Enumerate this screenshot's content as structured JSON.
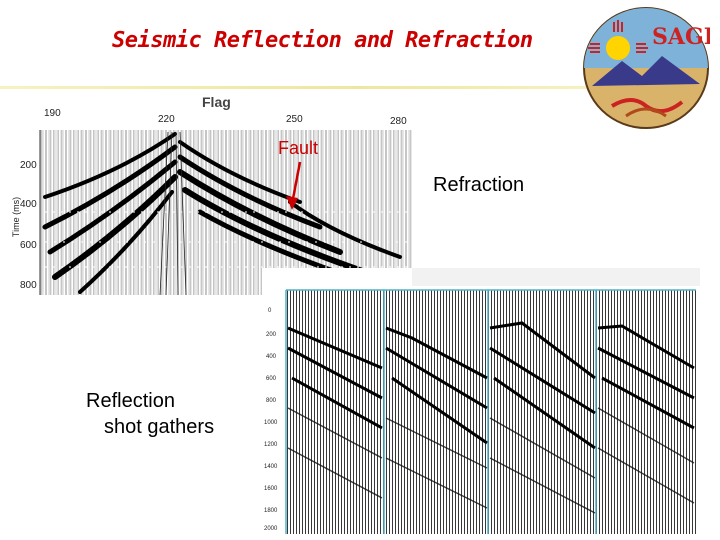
{
  "slide": {
    "title": "Seismic Reflection and Refraction",
    "labels": {
      "fault": "Fault",
      "refraction": "Refraction",
      "reflection_line1": "Reflection",
      "reflection_line2": "shot gathers"
    }
  },
  "logo": {
    "text": "SAGE",
    "icon": "zia-sun-landscape-seal"
  },
  "reflection_panel": {
    "header": "Flag",
    "trace_labels": [
      "190",
      "220",
      "250",
      "280"
    ],
    "y_axis_label": "Time (ms)",
    "y_ticks": [
      "200",
      "400",
      "600",
      "800"
    ]
  },
  "refraction_panel": {
    "y_ticks": [
      "0",
      "200",
      "400",
      "600",
      "800",
      "1000",
      "1200",
      "1400",
      "1600",
      "1800",
      "2000"
    ]
  },
  "colors": {
    "title": "#cc0000",
    "fault": "#cc0000",
    "accent_line": "#eee6a0"
  }
}
